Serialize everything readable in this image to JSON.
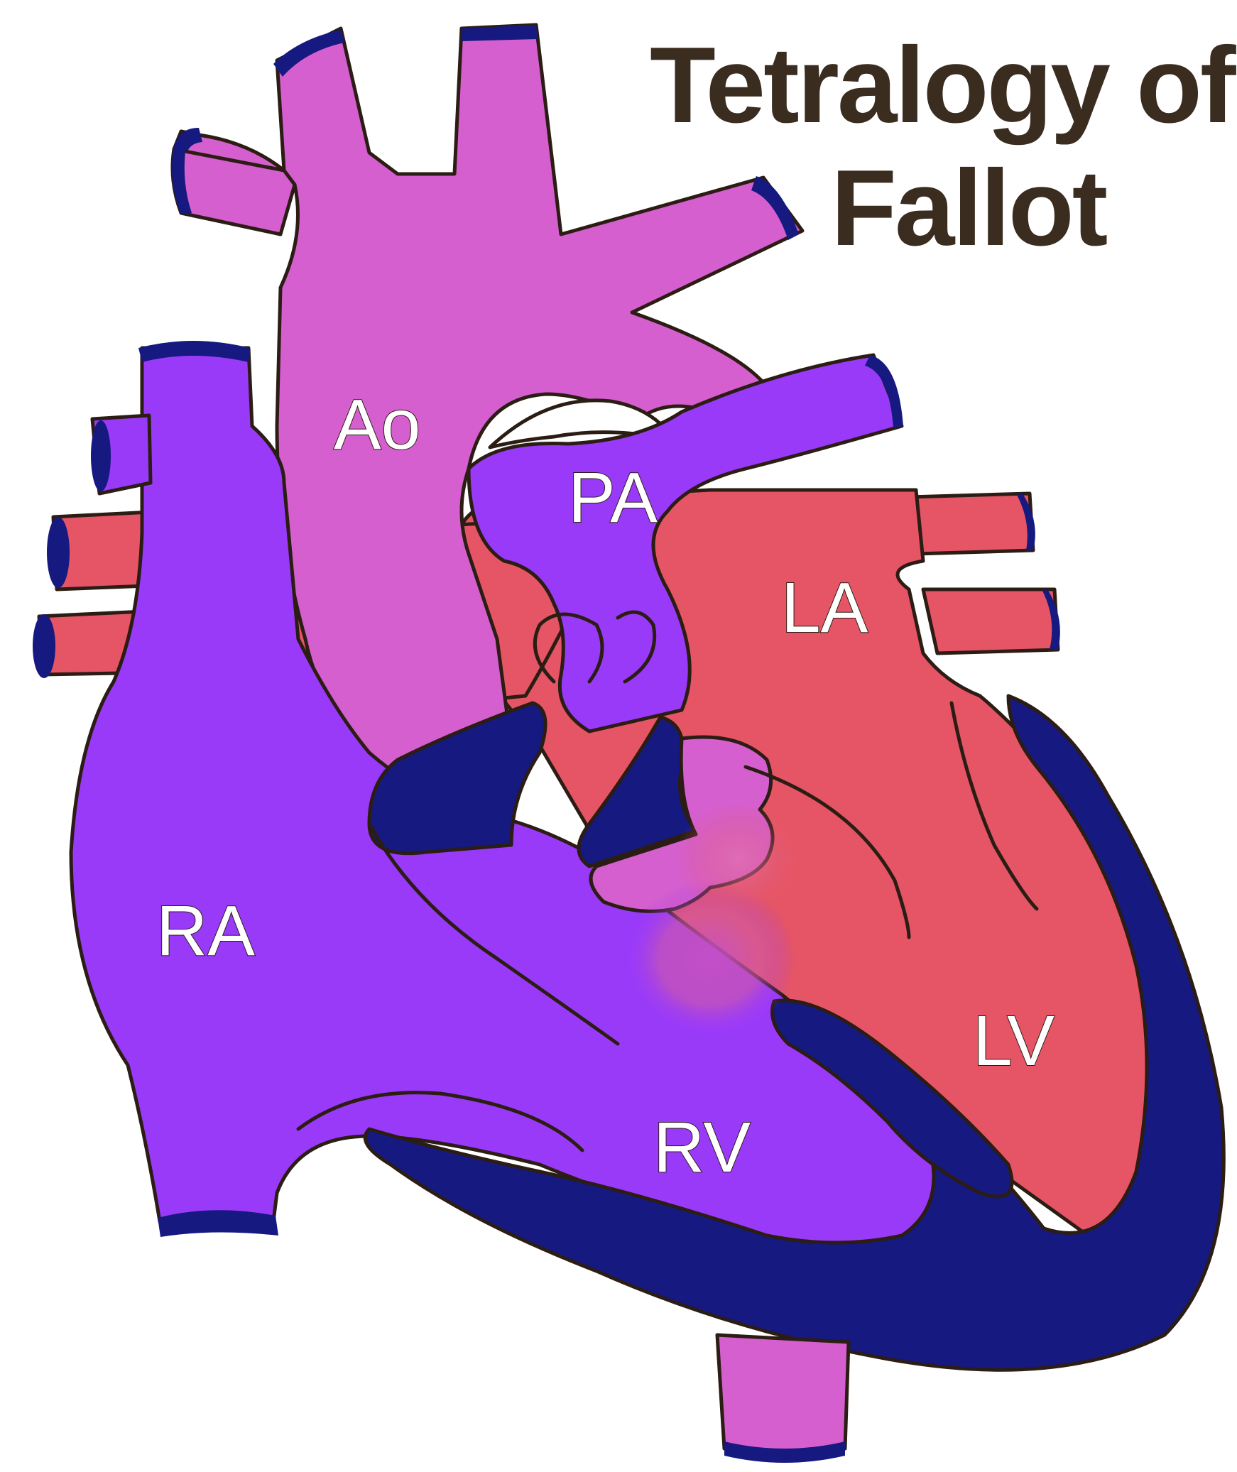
{
  "title": {
    "line1": "Tetralogy of",
    "line2": "Fallot"
  },
  "labels": {
    "aorta": "Ao",
    "pulmonary_artery": "PA",
    "left_atrium": "LA",
    "right_atrium": "RA",
    "left_ventricle": "LV",
    "right_ventricle": "RV"
  },
  "colors": {
    "aorta_mixed": "#d55fcf",
    "deoxygenated": "#9a3af9",
    "oxygenated": "#e55566",
    "muscle_wall": "#16197f",
    "title_text": "#3a2c1f",
    "label_text": "#ffffff",
    "outline": "#2b1d14"
  }
}
